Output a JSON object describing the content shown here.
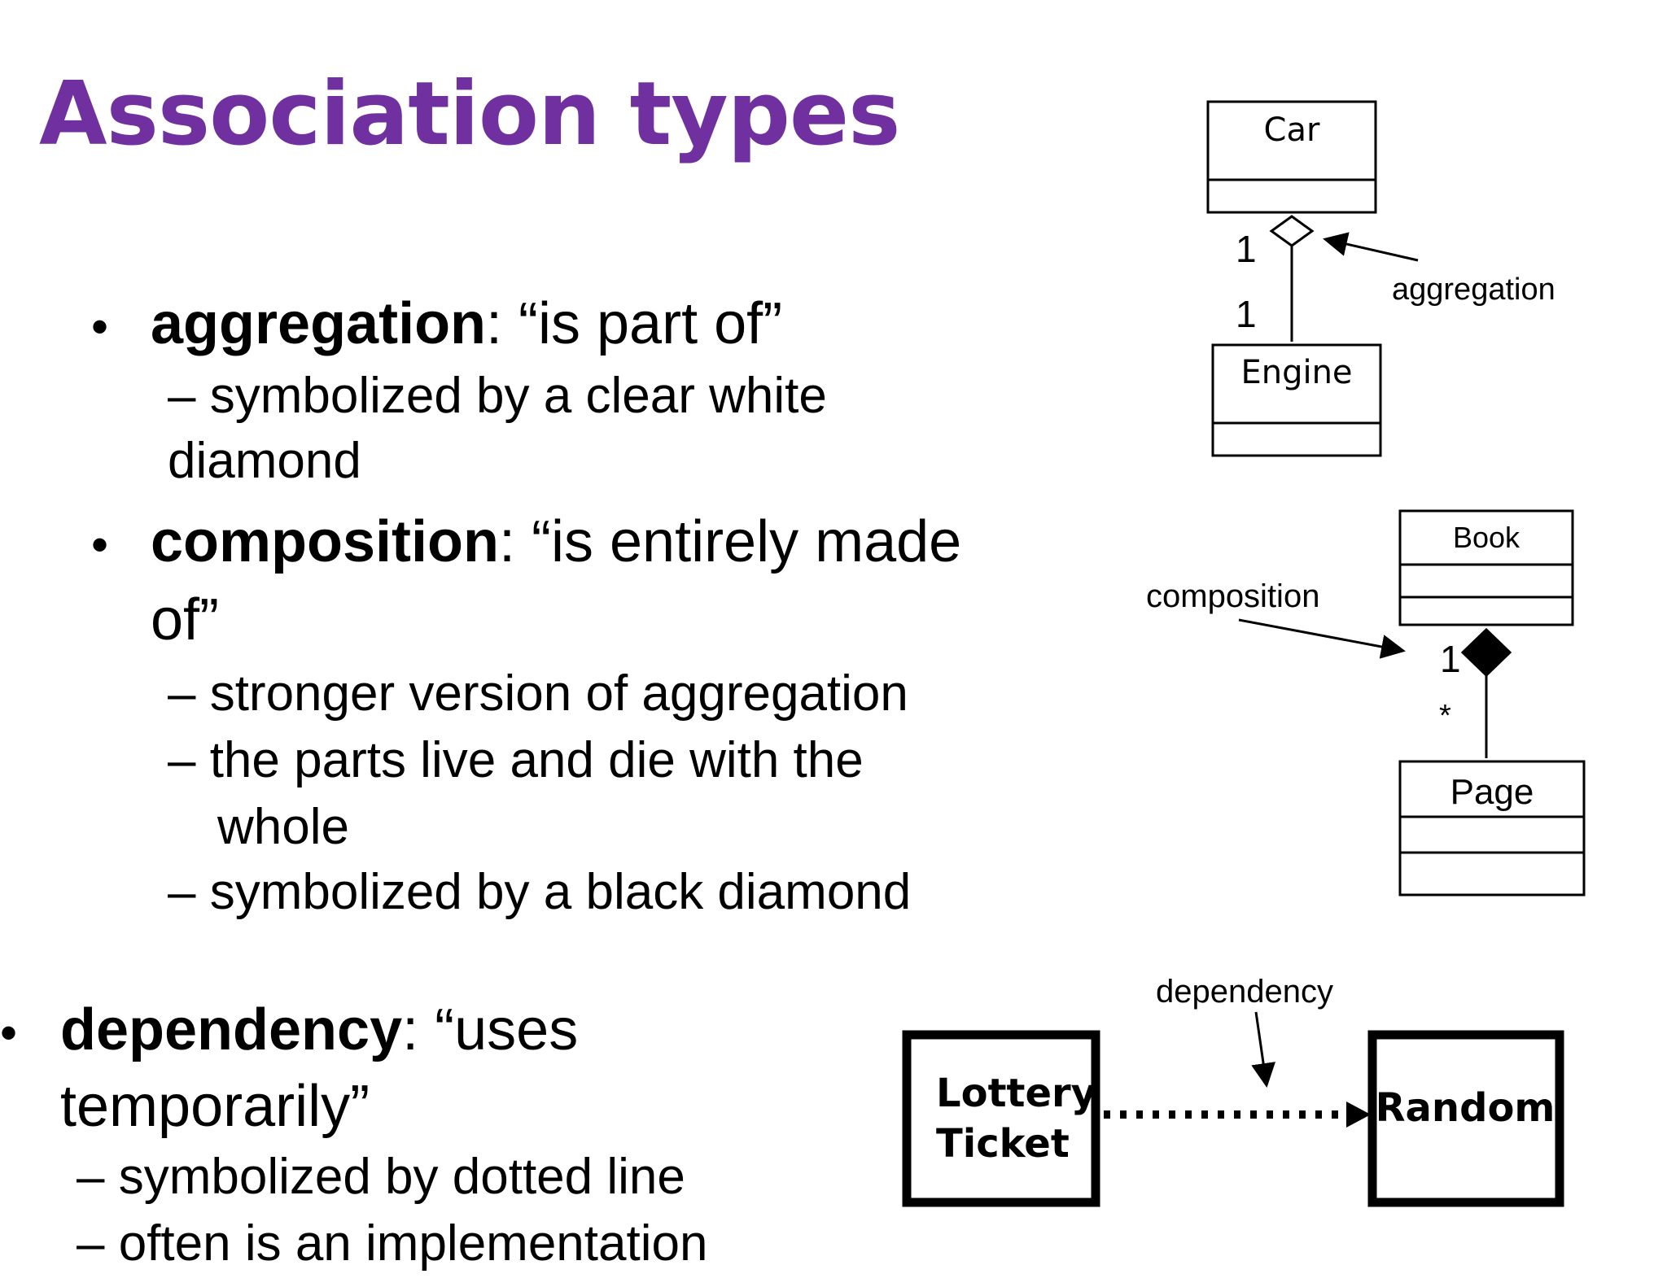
{
  "slide": {
    "title": "Association types",
    "accent_color": "#7030A0"
  },
  "aggregation": {
    "term": "aggregation",
    "definition": ": “is part of”",
    "sub_1_line1": "– symbolized by a clear white",
    "sub_1_line2": "diamond"
  },
  "composition": {
    "term": "composition",
    "definition_line1": ": “is entirely made",
    "definition_line2": "of”",
    "sub_1": "– stronger version of aggregation",
    "sub_2_line1": "– the parts live and die with the",
    "sub_2_line2": "whole",
    "sub_3": "– symbolized by a black diamond"
  },
  "dependency": {
    "term": "dependency",
    "definition_line1": ": “uses",
    "definition_line2": "temporarily”",
    "sub_1": "– symbolized by dotted line",
    "sub_2": "– often is an implementation"
  },
  "bullet_glyph": "•",
  "diagram_aggregation": {
    "whole_class": "Car",
    "part_class": "Engine",
    "multiplicity_whole": "1",
    "multiplicity_part": "1",
    "label": "aggregation",
    "diamond": "hollow"
  },
  "diagram_composition": {
    "whole_class": "Book",
    "part_class": "Page",
    "multiplicity_whole": "1",
    "multiplicity_part": "*",
    "label": "composition",
    "diamond": "filled"
  },
  "diagram_dependency": {
    "client_class_line1": "Lottery",
    "client_class_line2": "Ticket",
    "supplier_class": "Random",
    "label": "dependency",
    "line_style": "dotted"
  }
}
